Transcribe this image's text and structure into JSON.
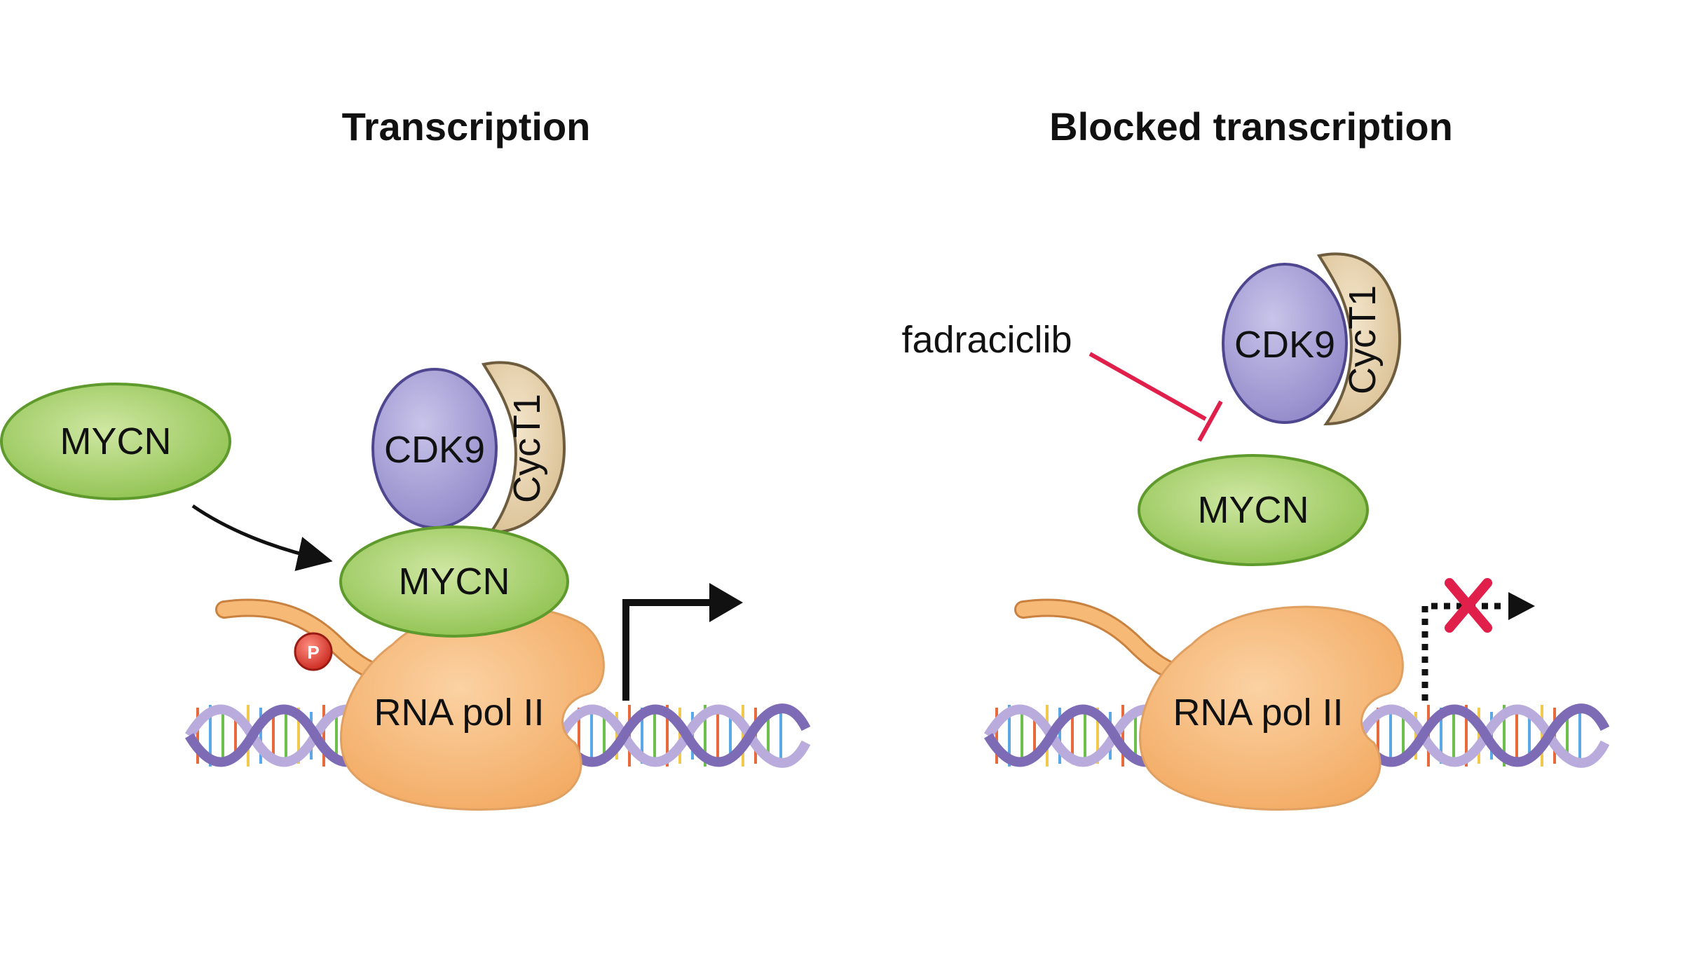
{
  "panels": {
    "left": {
      "title": "Transcription",
      "mycn_free": "MYCN",
      "mycn_bound": "MYCN",
      "cdk9": "CDK9",
      "cyct1": "CycT1",
      "rna_pol": "RNA pol II",
      "phospho": "P"
    },
    "right": {
      "title": "Blocked transcription",
      "drug": "fadraciclib",
      "cdk9": "CDK9",
      "cyct1": "CycT1",
      "mycn": "MYCN",
      "rna_pol": "RNA pol II"
    }
  },
  "colors": {
    "mycn_fill": "#a9d16b",
    "mycn_stroke": "#5f9a2c",
    "cdk9_fill": "#a9a3d6",
    "cdk9_stroke": "#4e4790",
    "cyct1_fill": "#e8d3ae",
    "cyct1_stroke": "#6e5c3e",
    "rnapol_fill": "#f6b976",
    "inhibit": "#e0204a",
    "dna_backbone": "#8a78c0"
  }
}
